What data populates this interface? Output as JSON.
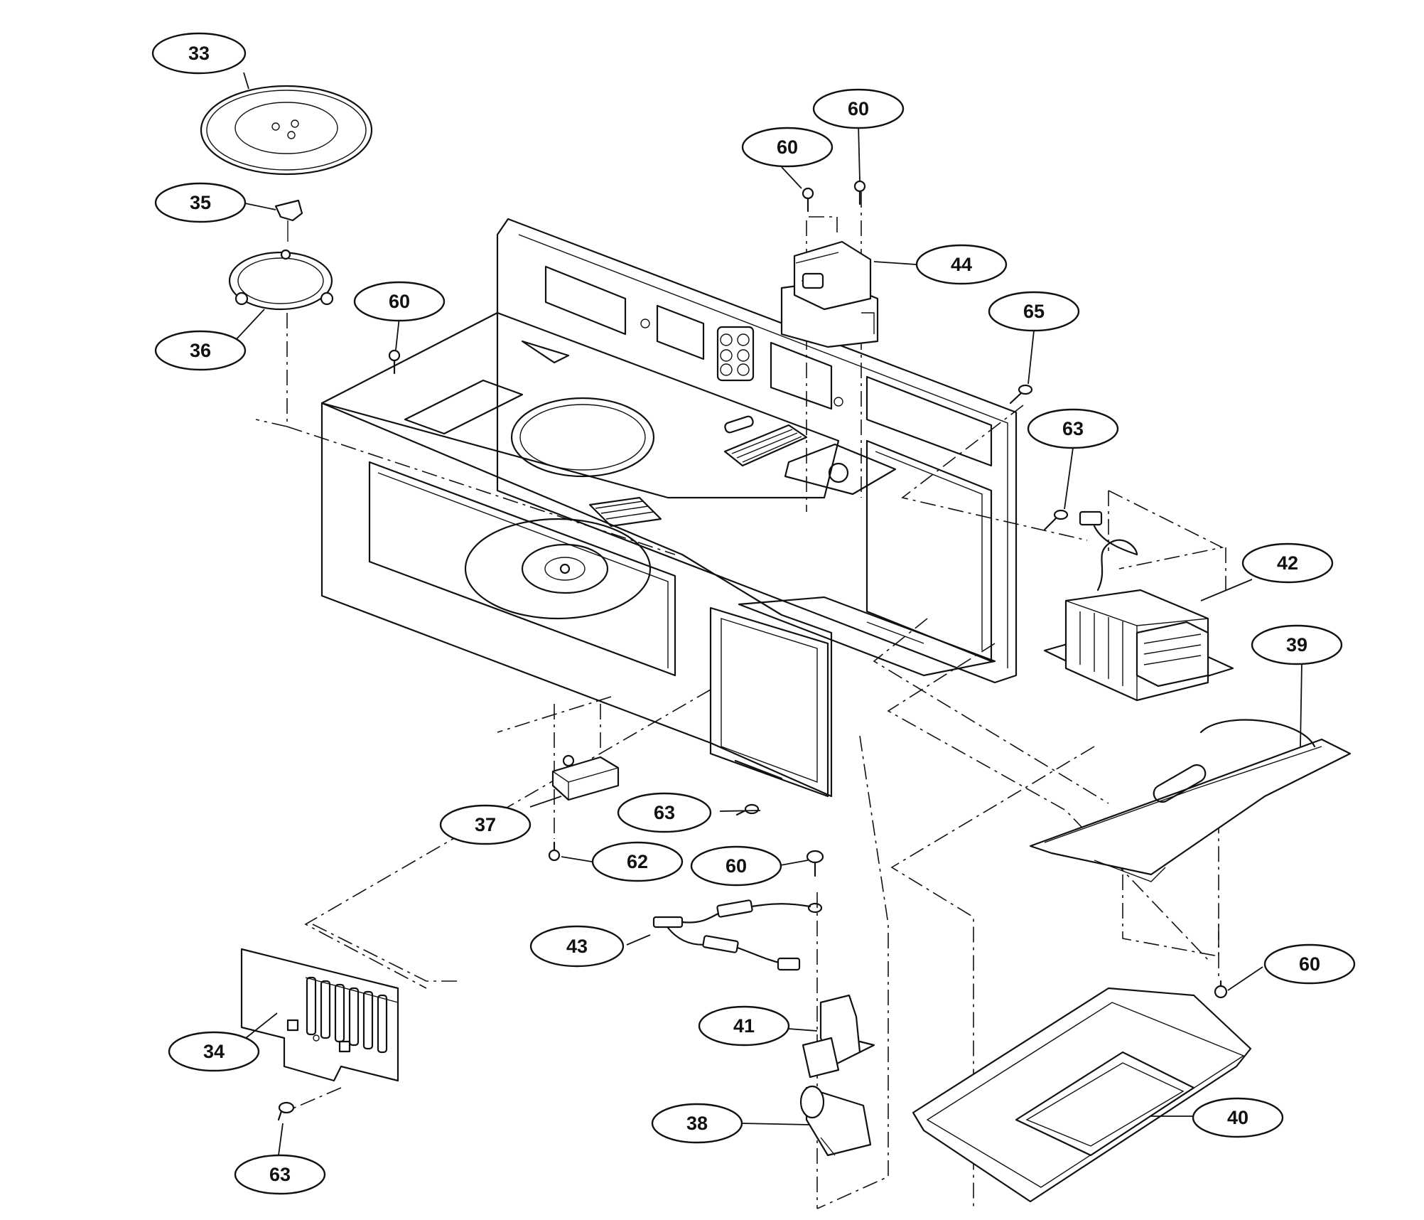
{
  "callouts": {
    "c33": "33",
    "c35": "35",
    "c36": "36",
    "c60_a": "60",
    "c60_b": "60",
    "c60_c": "60",
    "c60_d": "60",
    "c60_e": "60",
    "c44": "44",
    "c65": "65",
    "c63_a": "63",
    "c63_b": "63",
    "c63_c": "63",
    "c42": "42",
    "c39": "39",
    "c37": "37",
    "c62": "62",
    "c43": "43",
    "c41": "41",
    "c38": "38",
    "c40": "40",
    "c34": "34"
  }
}
